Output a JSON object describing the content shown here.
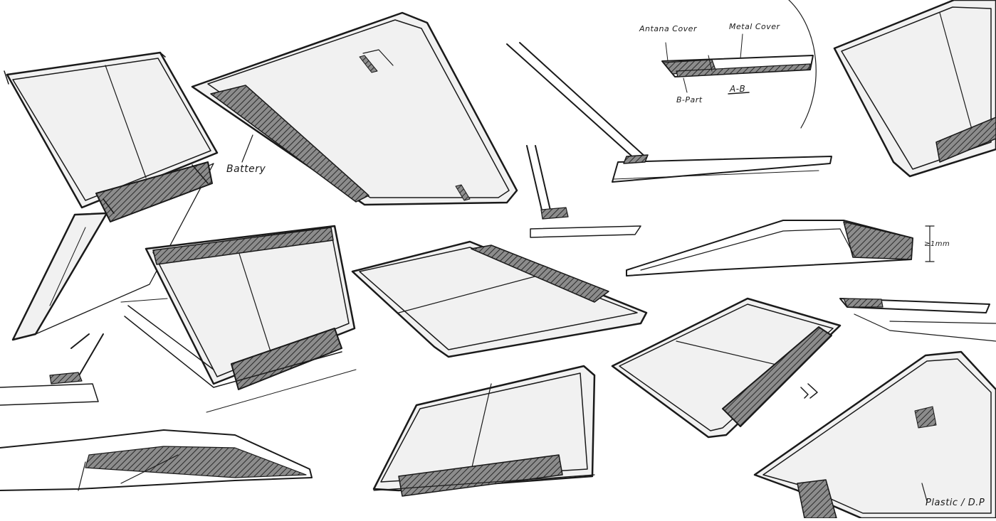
{
  "sketch": {
    "annotations": {
      "battery": "Battery",
      "antenna_cover": "Antana Cover",
      "metal_cover": "Metal Cover",
      "b_part": "B-Part",
      "section": "A-B",
      "thickness": "≥1mm",
      "material": "Plastic / D.P"
    },
    "colors": {
      "ink": "#1a1a1a",
      "shade": "#9a9a9a",
      "panel": "#f1f1f1"
    }
  }
}
